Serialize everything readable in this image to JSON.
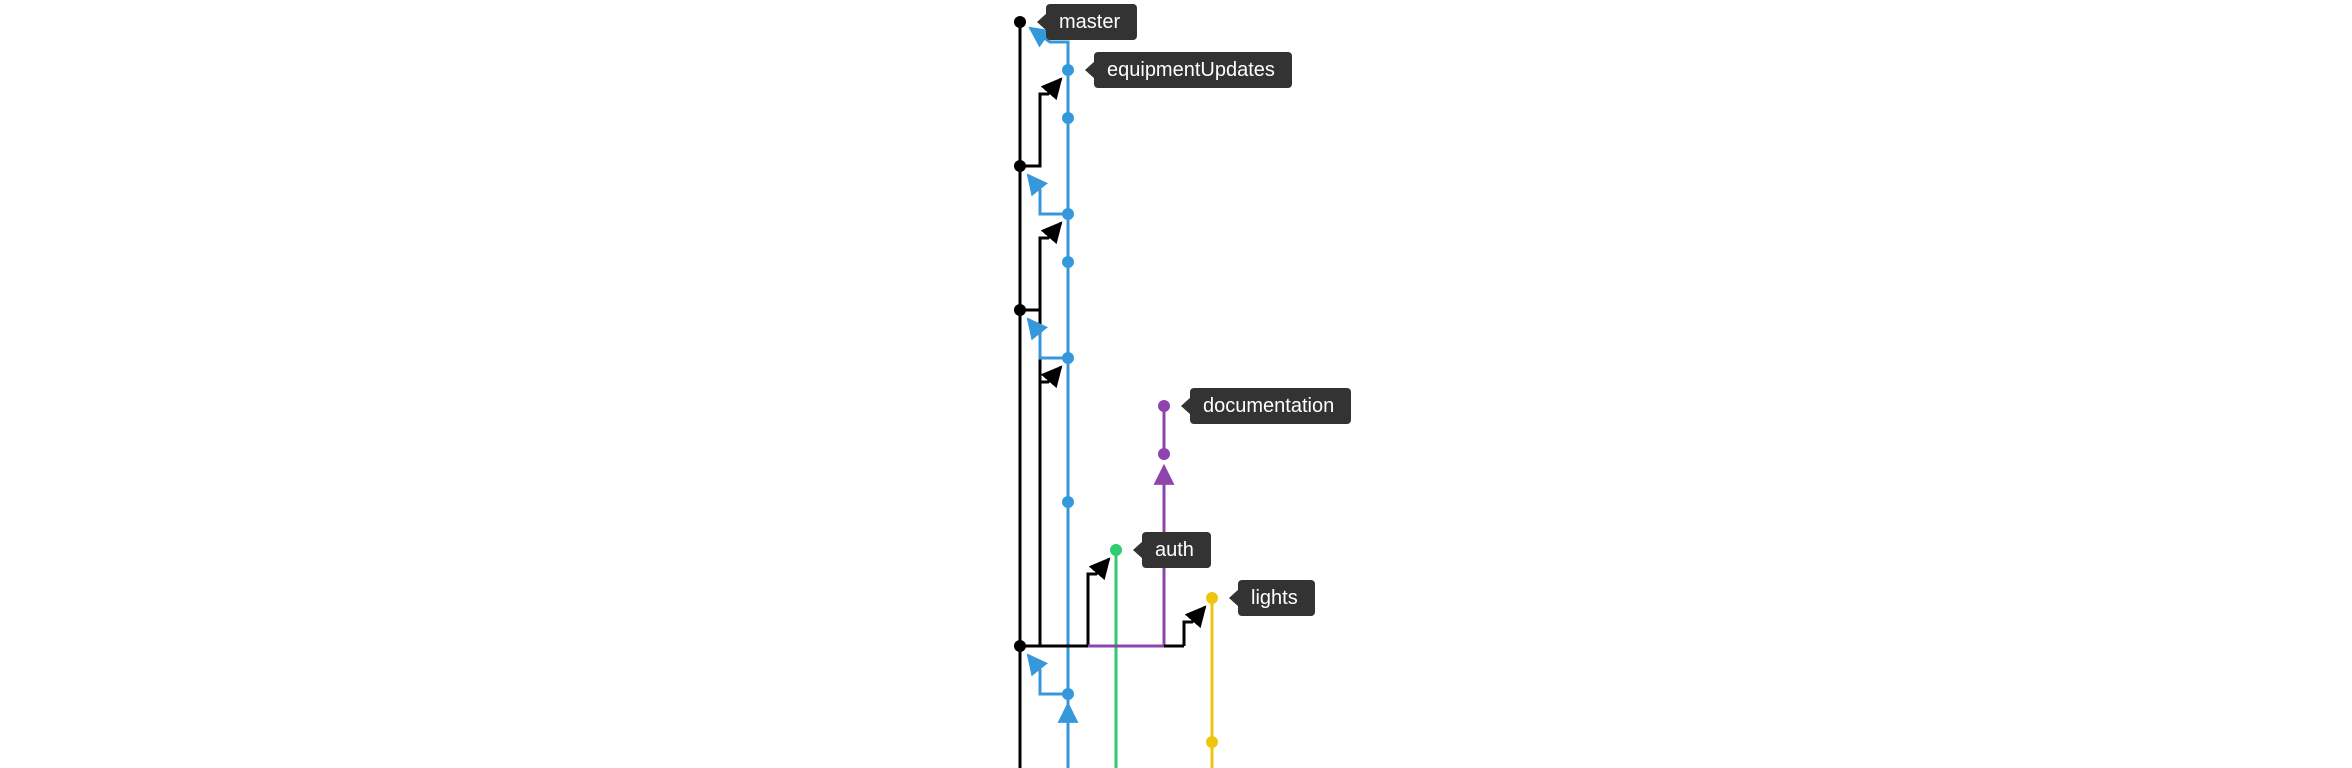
{
  "colors": {
    "master": "#000000",
    "equipmentUpdates": "#3498db",
    "auth": "#2ecc71",
    "documentation": "#8e44ad",
    "lights": "#f1c40f",
    "tag_bg": "#333333",
    "tag_text": "#ffffff"
  },
  "branches": [
    {
      "key": "master",
      "label": "master"
    },
    {
      "key": "equipmentUpdates",
      "label": "equipmentUpdates"
    },
    {
      "key": "documentation",
      "label": "documentation"
    },
    {
      "key": "auth",
      "label": "auth"
    },
    {
      "key": "lights",
      "label": "lights"
    }
  ]
}
